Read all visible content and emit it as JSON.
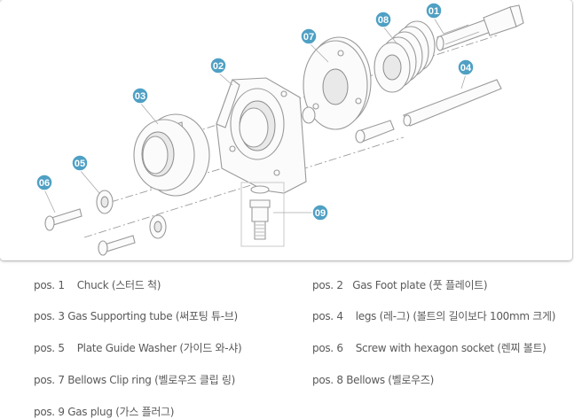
{
  "callouts": {
    "c01": "01",
    "c02": "02",
    "c03": "03",
    "c04": "04",
    "c05": "05",
    "c06": "06",
    "c07": "07",
    "c08": "08",
    "c09": "09"
  },
  "legend": {
    "pos1": "pos. 1    Chuck (스터드 척)",
    "pos2": "pos. 2   Gas Foot plate (풋 플레이트)",
    "pos3": "pos. 3 Gas Supporting tube (써포팅 튜-브)",
    "pos4": "pos. 4    legs (레-그) (볼트의 길이보다 100mm 크게)",
    "pos5": "pos. 5    Plate Guide Washer (가이드 와-샤)",
    "pos6": "pos. 6    Screw with hexagon socket (렌찌 볼트)",
    "pos7": "pos. 7 Bellows Clip ring (벨로우즈 클립 링)",
    "pos8": "pos. 8 Bellows (벨로우즈)",
    "pos9": "pos. 9 Gas plug (가스 플러그)"
  },
  "colors": {
    "badge": "#4fa0c4",
    "line": "#9a9a9a",
    "text": "#5a5a5a"
  }
}
